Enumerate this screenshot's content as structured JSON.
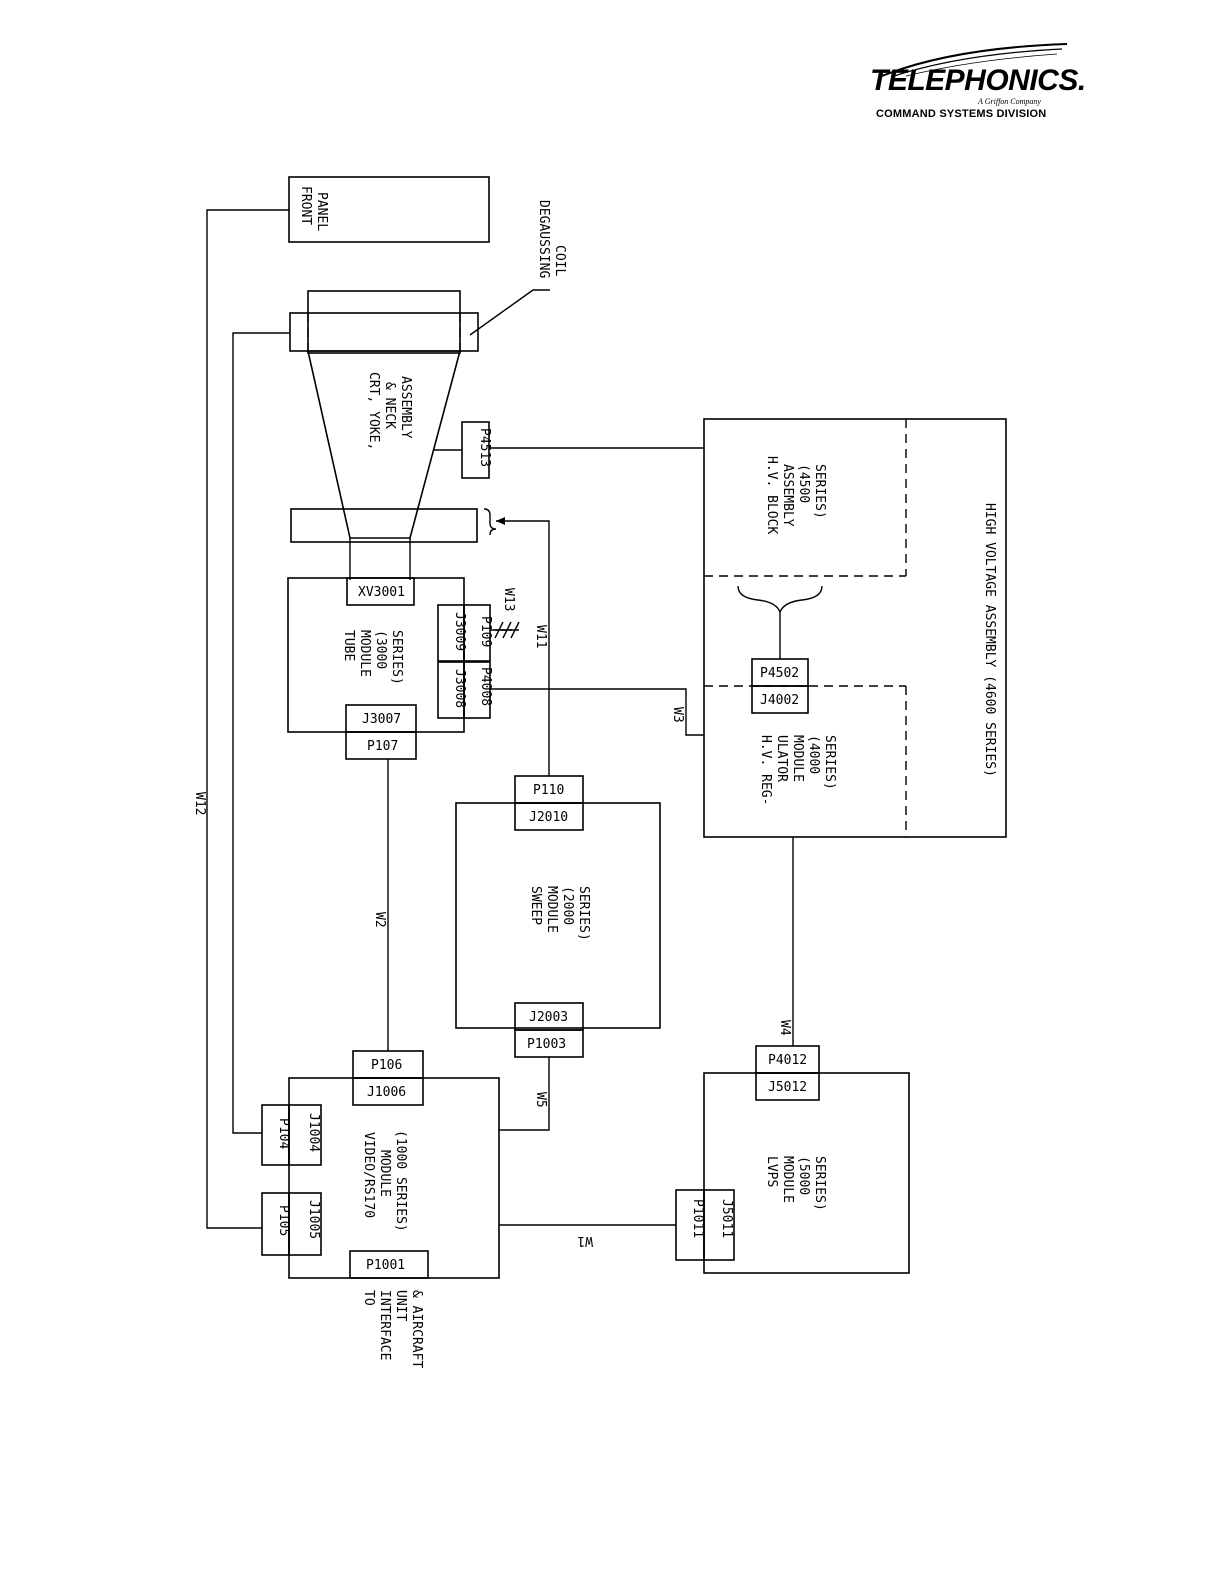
{
  "logo": {
    "wordmark": "TELEPHONICS.",
    "tagline": "A Griffon Company",
    "division": "COMMAND SYSTEMS DIVISION"
  },
  "blocks": {
    "front_panel": [
      "FRONT",
      "PANEL"
    ],
    "crt": [
      "CRT, YOKE,",
      "& NECK",
      "ASSEMBLY"
    ],
    "tube_module": [
      "TUBE",
      "MODULE",
      "(3000",
      "SERIES)"
    ],
    "hv_block": [
      "H.V. BLOCK",
      "ASSEMBLY",
      "(4500",
      "SERIES)"
    ],
    "hv_regulator": [
      "H.V. REG-",
      "ULATOR",
      "MODULE",
      "(4000",
      "SERIES)"
    ],
    "hv_assembly": "HIGH VOLTAGE ASSEMBLY (4600 SERIES)",
    "sweep_module": [
      "SWEEP",
      "MODULE",
      "(2000",
      "SERIES)"
    ],
    "video_module": [
      "VIDEO/RS170",
      "MODULE",
      "(1000 SERIES)"
    ],
    "lvps_module": [
      "LVPS",
      "MODULE",
      "(5000",
      "SERIES)"
    ]
  },
  "connectors": {
    "xv3001": "XV3001",
    "j3007": "J3007",
    "p107": "P107",
    "j3008": "J3008",
    "p4008": "P4008",
    "j3009": "J3009",
    "p109": "P109",
    "p4513": "P4513",
    "j4002": "J4002",
    "p4502": "P4502",
    "j2010": "J2010",
    "p110": "P110",
    "j2003": "J2003",
    "p1003": "P1003",
    "j1006": "J1006",
    "p106": "P106",
    "p104": "P104",
    "j1004": "J1004",
    "p105": "P105",
    "j1005": "J1005",
    "p1001": "P1001",
    "p1011": "P1011",
    "j5011": "J5011",
    "j5012": "J5012",
    "p4012": "P4012"
  },
  "wires": {
    "w1": "W1",
    "w2": "W2",
    "w3": "W3",
    "w4": "W4",
    "w5": "W5",
    "w11": "W11",
    "w12": "W12",
    "w13": "W13"
  },
  "labels": {
    "degaussing": [
      "DEGAUSSING",
      "COIL"
    ],
    "interface": [
      "TO",
      "INTERFACE",
      "UNIT",
      "& AIRCRAFT"
    ]
  }
}
